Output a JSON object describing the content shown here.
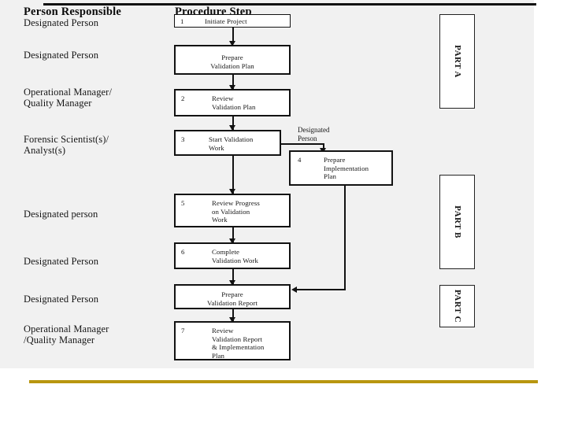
{
  "slide": {
    "background_color": "#ffffff",
    "content_background_color": "#f1f1f1",
    "accent_rule_color": "#b8960f",
    "line_color": "#121212"
  },
  "headers": {
    "person_responsible": "Person Responsible",
    "procedure_step": "Procedure Step"
  },
  "persons": [
    {
      "id": "p1",
      "label": "Designated Person"
    },
    {
      "id": "p2",
      "label": "Designated Person"
    },
    {
      "id": "p3",
      "label": "Operational Manager/\nQuality Manager"
    },
    {
      "id": "p4",
      "label": "Forensic Scientist(s)/\nAnalyst(s)"
    },
    {
      "id": "p5",
      "label": "Designated person"
    },
    {
      "id": "p6",
      "label": "Designated Person"
    },
    {
      "id": "p7",
      "label": "Designated Person"
    },
    {
      "id": "p8",
      "label": "Operational Manager\n/Quality Manager"
    }
  ],
  "steps": [
    {
      "id": "s1",
      "number": "1",
      "text": "Initiate Project"
    },
    {
      "id": "s2",
      "number": "",
      "text": "Prepare\nValidation Plan"
    },
    {
      "id": "s3",
      "number": "2",
      "text": "Review\nValidation Plan"
    },
    {
      "id": "s4",
      "number": "3",
      "text": "Start  Validation\nWork"
    },
    {
      "id": "s5",
      "number": "4",
      "text": "Prepare\nImplementation\nPlan"
    },
    {
      "id": "s6",
      "number": "5",
      "text": "Review    Progress\non         Validation\nWork"
    },
    {
      "id": "s7",
      "number": "6",
      "text": "Complete\nValidation    Work"
    },
    {
      "id": "s8",
      "number": "",
      "text": "Prepare\nValidation Report"
    },
    {
      "id": "s9",
      "number": "7",
      "text": "Review\nValidation  Report\n& Implementation\nPlan"
    }
  ],
  "annotations": [
    {
      "id": "a1",
      "text": "Designated\nPerson"
    }
  ],
  "parts": [
    {
      "id": "partA",
      "label": "PART A"
    },
    {
      "id": "partB",
      "label": "PART B"
    },
    {
      "id": "partC",
      "label": "PART C"
    }
  ]
}
